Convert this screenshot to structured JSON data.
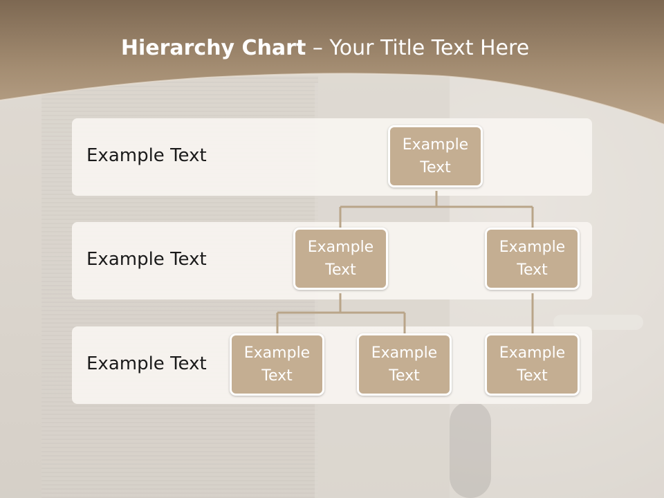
{
  "title": {
    "bold": "Hierarchy Chart",
    "rest": " – Your Title Text Here"
  },
  "colors": {
    "header_brown": "#8a7358",
    "node_fill": "#c4ae92",
    "connector": "#b9a589"
  },
  "levels": [
    {
      "label": "Example Text"
    },
    {
      "label": "Example Text"
    },
    {
      "label": "Example Text"
    }
  ],
  "nodes": {
    "root": "Example Text",
    "level2_left": "Example Text",
    "level2_right": "Example Text",
    "level3_left": "Example Text",
    "level3_middle": "Example Text",
    "level3_right": "Example Text"
  }
}
